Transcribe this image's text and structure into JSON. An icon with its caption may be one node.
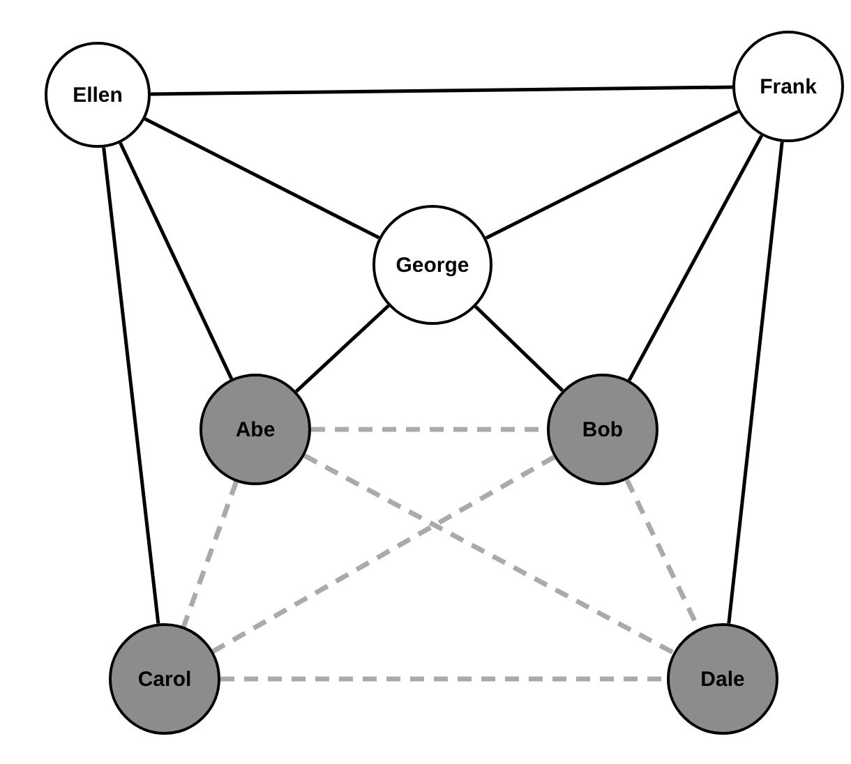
{
  "diagram": {
    "nodes": [
      {
        "text": [
          "Ellen"
        ]
      },
      {
        "text": [
          "Frank"
        ]
      },
      {
        "text": [
          "George"
        ]
      },
      {
        "text": [
          "Abe"
        ]
      },
      {
        "text": [
          "Bob"
        ]
      },
      {
        "text": [
          "Carol"
        ]
      },
      {
        "text": [
          "Dale"
        ]
      }
    ],
    "edges": [
      {
        "from": 0,
        "to": 1,
        "arrow": "none"
      },
      {
        "from": 0,
        "to": 2,
        "arrow": "none"
      },
      {
        "from": 0,
        "to": 3,
        "arrow": "none"
      },
      {
        "from": 0,
        "to": 5,
        "arrow": "none"
      },
      {
        "from": 1,
        "to": 2,
        "arrow": "none"
      },
      {
        "from": 1,
        "to": 4,
        "arrow": "none"
      },
      {
        "from": 1,
        "to": 6,
        "arrow": "none"
      },
      {
        "from": 2,
        "to": 3,
        "arrow": "none"
      },
      {
        "from": 2,
        "to": 4,
        "arrow": "none"
      },
      {
        "from": 3,
        "to": 4,
        "arrow": "none",
        "style": "dashed",
        "color": "#aaaaaa"
      },
      {
        "from": 3,
        "to": 5,
        "arrow": "none",
        "style": "dashed",
        "color": "#aaaaaa"
      },
      {
        "from": 3,
        "to": 6,
        "arrow": "none",
        "style": "dashed",
        "color": "#aaaaaa"
      },
      {
        "from": 4,
        "to": 5,
        "arrow": "none",
        "style": "dashed",
        "color": "#aaaaaa"
      },
      {
        "from": 4,
        "to": 6,
        "arrow": "none",
        "style": "dashed",
        "color": "#aaaaaa"
      },
      {
        "from": 5,
        "to": 6,
        "arrow": "none",
        "style": "dashed",
        "color": "#aaaaaa"
      }
    ]
  }
}
